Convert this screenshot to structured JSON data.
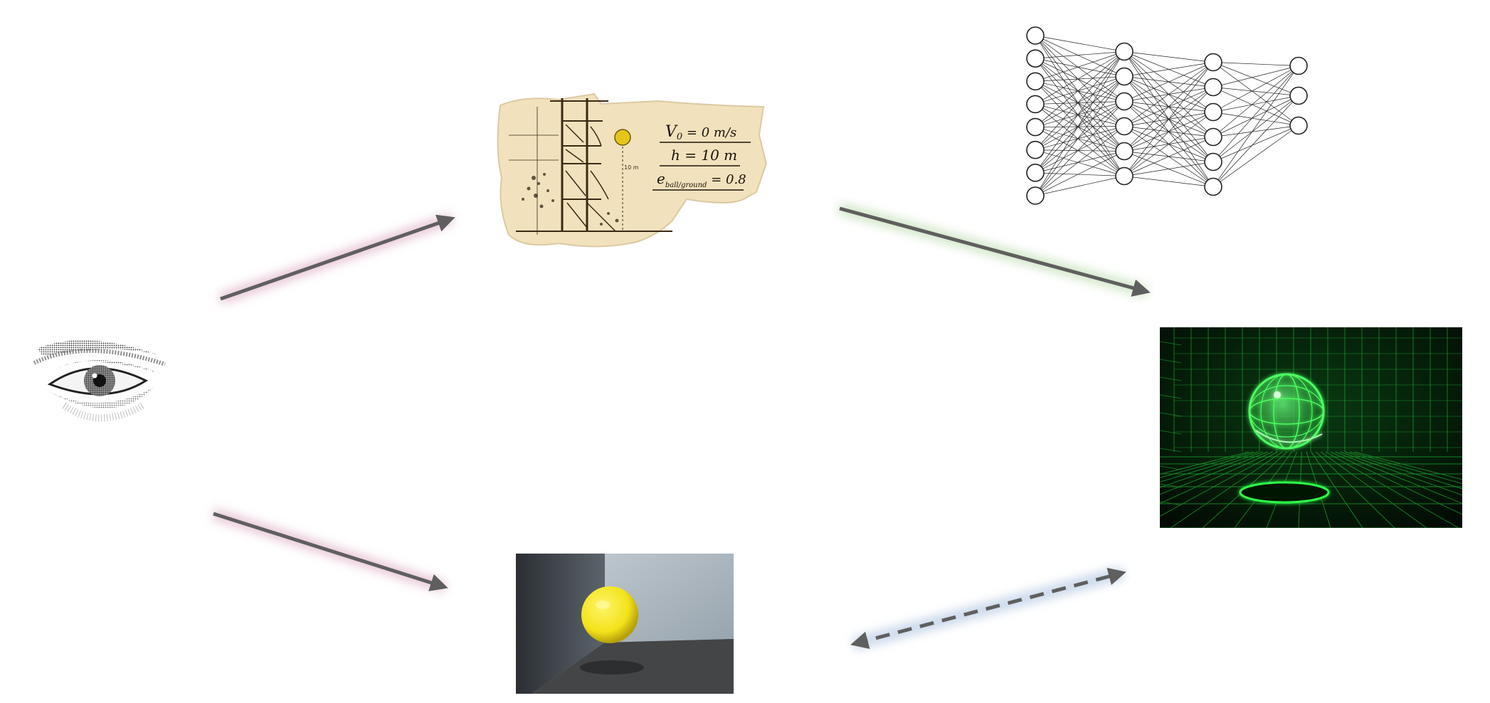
{
  "diagram": {
    "panels": [
      {
        "id": "eye",
        "icon": "eye-icon"
      },
      {
        "id": "sketch",
        "icon": "tower-sketch-icon"
      },
      {
        "id": "neural-network",
        "icon": "neural-network-icon"
      },
      {
        "id": "simulation",
        "icon": "simulated-sphere-icon"
      },
      {
        "id": "photo",
        "icon": "yellow-ball-photo-icon"
      }
    ],
    "equations": {
      "line1_var": "V",
      "line1_sub": "0",
      "line1_rest": " = 0 m/s",
      "line2": "h = 10 m",
      "line3_var": "e",
      "line3_sub": "ball/ground",
      "line3_rest": " = 0.8",
      "height_marker": "10 m"
    },
    "network_layers": [
      8,
      6,
      6,
      3
    ],
    "arrows": [
      {
        "from": "eye",
        "to": "sketch",
        "style": "solid",
        "glow": "#e7c6d6"
      },
      {
        "from": "sketch",
        "to": "simulation",
        "style": "solid",
        "glow": "#cfe6c6"
      },
      {
        "from": "eye",
        "to": "photo",
        "style": "solid",
        "glow": "#e7c6d6"
      },
      {
        "from": "photo",
        "to": "simulation",
        "style": "dashed-bidirectional",
        "glow": "#c9d8ea"
      }
    ],
    "colors": {
      "arrow": "#5f5f5f",
      "sim_green": "#2dff4a",
      "ball_yellow": "#f2e21a",
      "parchment": "#f1e2bd"
    }
  }
}
